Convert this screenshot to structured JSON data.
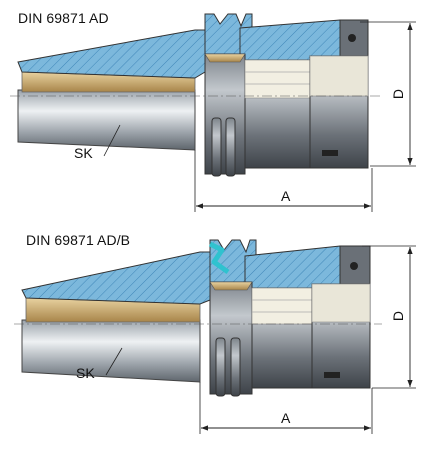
{
  "top": {
    "title": "DIN 69871 AD",
    "sk_label": "SK",
    "a_label": "A",
    "d_label": "D"
  },
  "bottom": {
    "title": "DIN 69871 AD/B",
    "sk_label": "SK",
    "a_label": "A",
    "d_label": "D"
  },
  "colors": {
    "section_fill": "#7cb8dc",
    "hatch": "#3f86b8",
    "steel_light": "#d9dee3",
    "steel_dark": "#5c6168",
    "bronze": "#c9a76a",
    "coolant_channel": "#2fc2cf"
  }
}
